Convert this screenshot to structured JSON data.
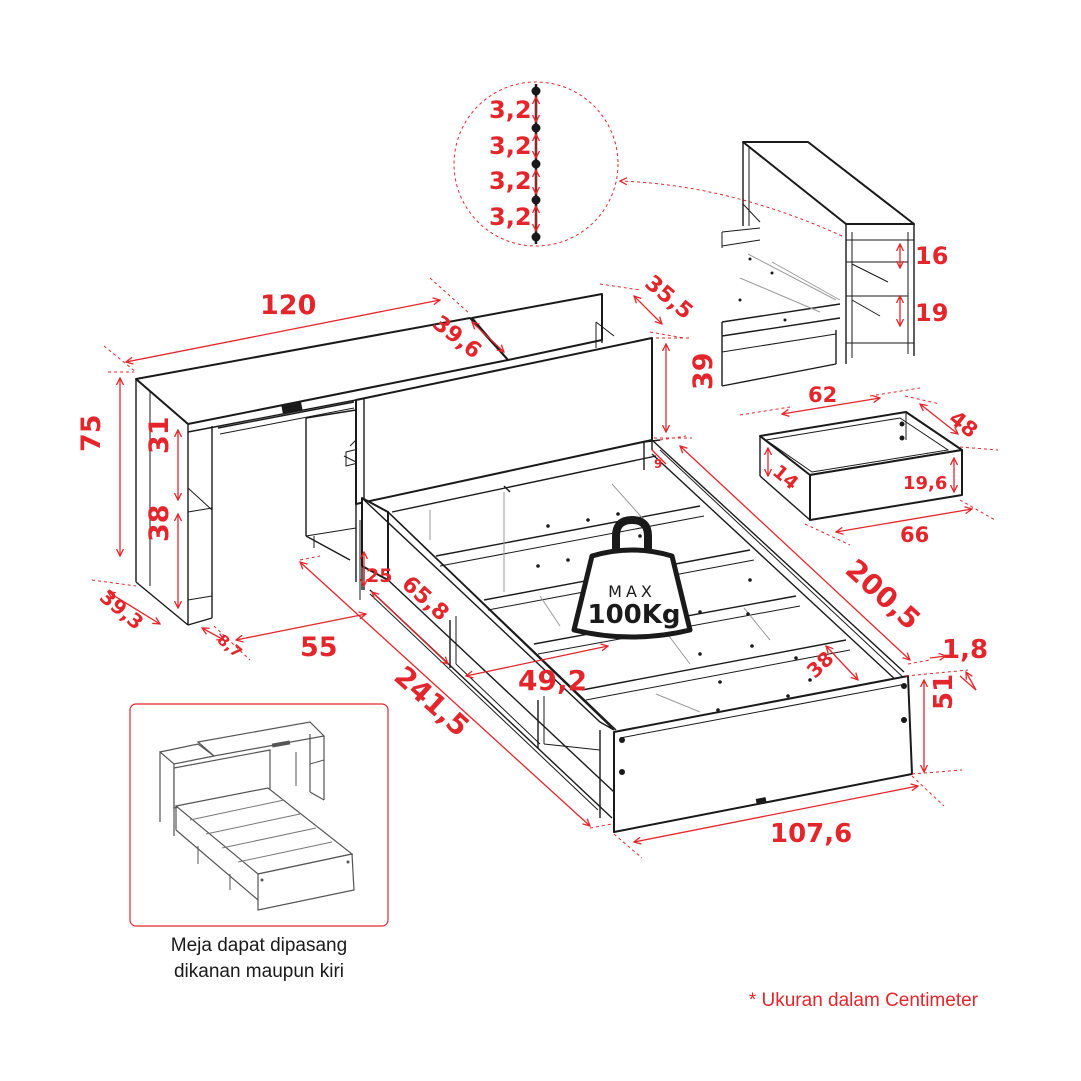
{
  "diagram": {
    "dimensions": {
      "desk_width": "120",
      "desk_height": "75",
      "shelf_upper": "31",
      "shelf_lower": "38",
      "desk_depth": "39,3",
      "desk_foot": "8,7",
      "desk_gap": "55",
      "top_shelf_depth": "39,6",
      "top_shelf_width": "35,5",
      "headboard_height": "39",
      "headboard_inner": "9",
      "bed_length": "200,5",
      "side_height": "25",
      "storage_front": "65,8",
      "total_length": "241,5",
      "storage_inner": "49,2",
      "slat_depth": "38",
      "board_thickness": "1,8",
      "foot_height": "51",
      "bed_width": "107,6",
      "drawer_top_width": "62",
      "drawer_depth": "48",
      "drawer_height": "14",
      "drawer_height_front": "19,6",
      "drawer_bottom_width": "66",
      "side_shelf_16": "16",
      "side_shelf_19": "19",
      "hole_spacing": [
        "3,2",
        "3,2",
        "3,2",
        "3,2"
      ]
    },
    "badge": {
      "max_label": "MAX",
      "weight_label": "100Kg"
    },
    "caption_lines": [
      "Meja dapat dipasang",
      "dikanan maupun kiri"
    ],
    "footnote": "* Ukuran dalam Centimeter",
    "colors": {
      "dimension": "#e3262c",
      "outline": "#1a1a1a"
    }
  }
}
